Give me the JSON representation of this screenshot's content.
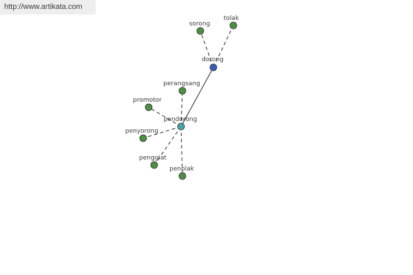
{
  "source_link": "http://www.artikata.com",
  "colors": {
    "root": "#3a5bb5",
    "center": "#4fa3a5",
    "leaf": "#4e8f43",
    "node_stroke": "#333333",
    "edge": "#222222"
  },
  "nodes": [
    {
      "id": "dorong",
      "label": "dorong",
      "kind": "root"
    },
    {
      "id": "sorong",
      "label": "sorong",
      "kind": "leaf"
    },
    {
      "id": "tolak",
      "label": "tolak",
      "kind": "leaf"
    },
    {
      "id": "pendorong",
      "label": "pendorong",
      "kind": "center"
    },
    {
      "id": "perangsang",
      "label": "perangsang",
      "kind": "leaf"
    },
    {
      "id": "promotor",
      "label": "promotor",
      "kind": "leaf"
    },
    {
      "id": "penyorong",
      "label": "penyorong",
      "kind": "leaf"
    },
    {
      "id": "penggiat",
      "label": "penggiat",
      "kind": "leaf"
    },
    {
      "id": "penolak",
      "label": "penolak",
      "kind": "leaf"
    }
  ],
  "edges": [
    {
      "from": "dorong",
      "to": "sorong",
      "style": "dashed"
    },
    {
      "from": "dorong",
      "to": "tolak",
      "style": "dashed"
    },
    {
      "from": "dorong",
      "to": "pendorong",
      "style": "solid"
    },
    {
      "from": "pendorong",
      "to": "perangsang",
      "style": "dashed"
    },
    {
      "from": "pendorong",
      "to": "promotor",
      "style": "dashed"
    },
    {
      "from": "pendorong",
      "to": "penyorong",
      "style": "dashed"
    },
    {
      "from": "pendorong",
      "to": "penggiat",
      "style": "dashed"
    },
    {
      "from": "pendorong",
      "to": "penolak",
      "style": "dashed"
    }
  ]
}
